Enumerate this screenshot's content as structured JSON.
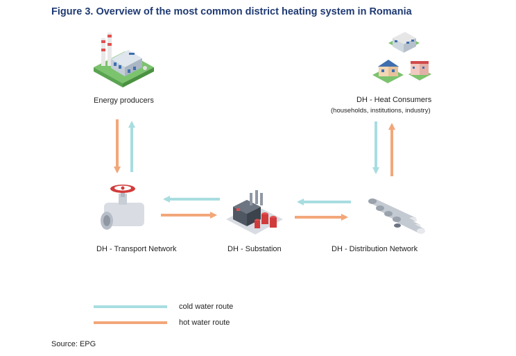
{
  "figure": {
    "title": "Figure 3. Overview of the most common district heating system in Romania",
    "source": "Source: EPG"
  },
  "nodes": {
    "energy_producers": {
      "label": "Energy producers"
    },
    "heat_consumers": {
      "label": "DH - Heat Consumers",
      "sublabel": "(households, institutions, industry)"
    },
    "transport_network": {
      "label": "DH - Transport Network"
    },
    "substation": {
      "label": "DH - Substation"
    },
    "distribution_network": {
      "label": "DH - Distribution Network"
    }
  },
  "legend": {
    "cold": {
      "label": "cold water route",
      "color": "#a8dde0"
    },
    "hot": {
      "label": "hot water route",
      "color": "#f2a77a"
    }
  }
}
